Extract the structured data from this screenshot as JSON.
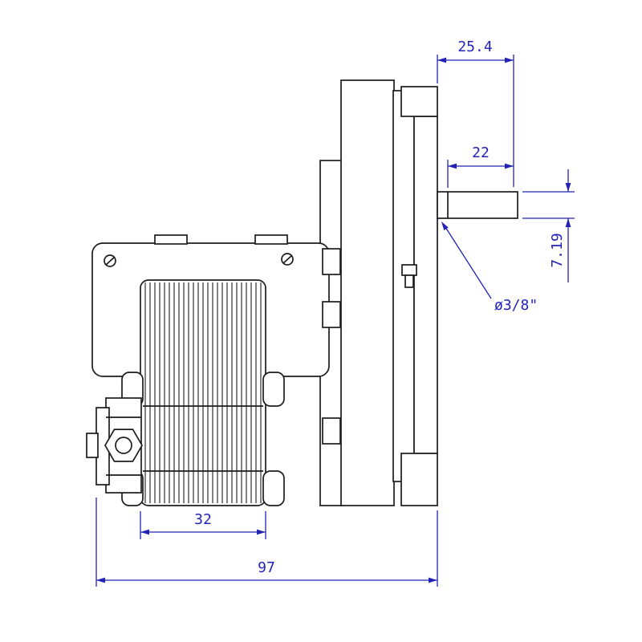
{
  "dims": {
    "top_overall": "25.4",
    "shaft_length": "22",
    "shaft_height": "7.19",
    "shaft_diameter": "ø3/8\"",
    "stack_width": "32",
    "overall_width": "97"
  },
  "colors": {
    "outline": "#1c1c1e",
    "dimension": "#2323b8",
    "background": "#ffffff"
  }
}
